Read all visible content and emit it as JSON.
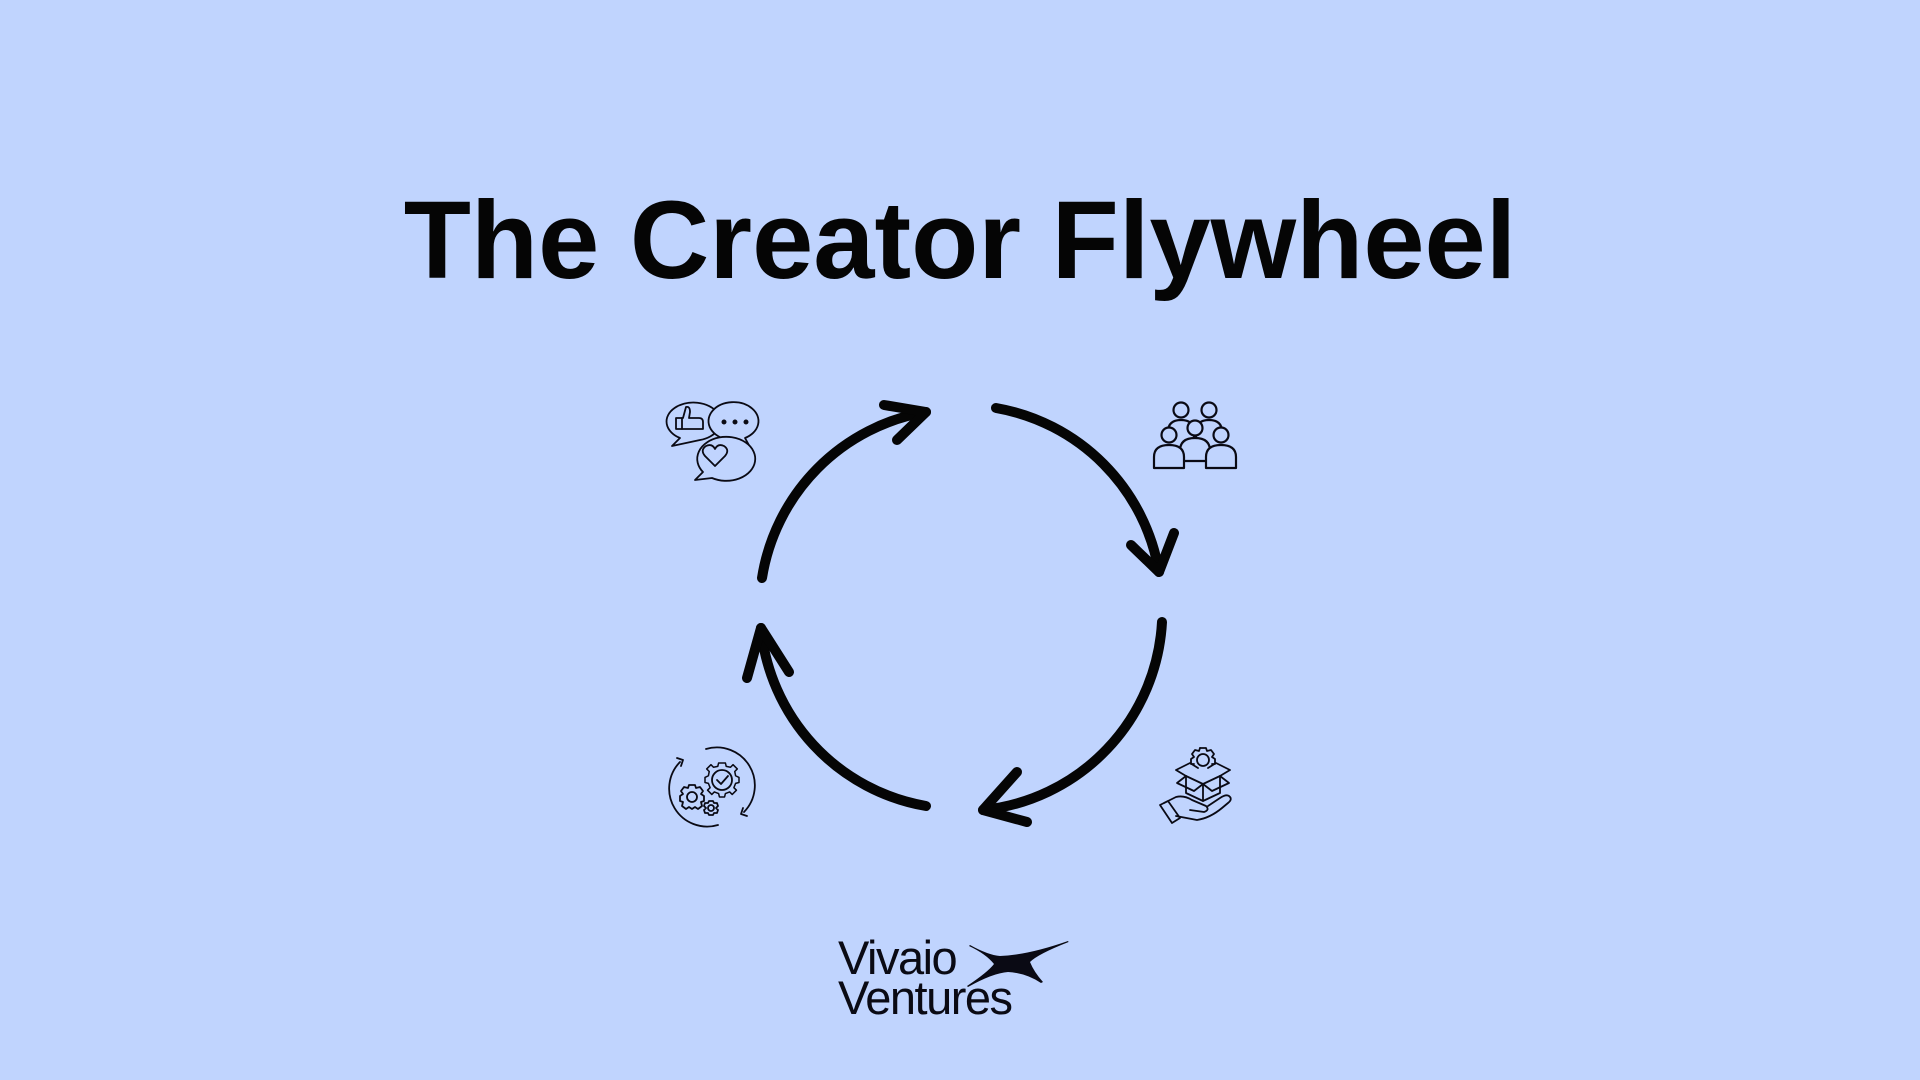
{
  "slide": {
    "background_color": "#c0d4fe",
    "title": "The Creator Flywheel"
  },
  "diagram": {
    "type": "cycle",
    "direction": "clockwise",
    "arrow_color": "#050505",
    "stages": [
      {
        "position": "top-left",
        "icon": "engagement-speech-bubbles-icon",
        "depicts": "thumbs-up, ellipsis and heart speech bubbles"
      },
      {
        "position": "top-right",
        "icon": "community-people-group-icon",
        "depicts": "group of five people"
      },
      {
        "position": "bottom-right",
        "icon": "product-box-hand-icon",
        "depicts": "hand holding open box with gear"
      },
      {
        "position": "bottom-left",
        "icon": "process-gears-cycle-icon",
        "depicts": "gears with checkmark inside circular arrows"
      }
    ]
  },
  "logo": {
    "line1": "Vivaio",
    "line2": "Ventures"
  }
}
